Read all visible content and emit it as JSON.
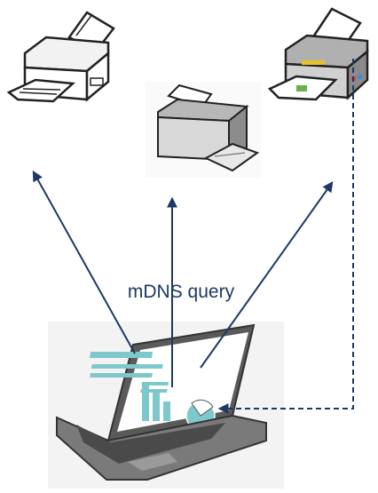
{
  "diagram": {
    "label": "mDNS query",
    "nodes": [
      {
        "id": "printer-left",
        "kind": "printer"
      },
      {
        "id": "printer-middle",
        "kind": "printer"
      },
      {
        "id": "printer-right",
        "kind": "printer"
      },
      {
        "id": "laptop",
        "kind": "laptop"
      }
    ],
    "edges": [
      {
        "from": "laptop",
        "to": "printer-left",
        "style": "solid",
        "meaning": "query"
      },
      {
        "from": "laptop",
        "to": "printer-middle",
        "style": "solid",
        "meaning": "query"
      },
      {
        "from": "laptop",
        "to": "printer-right",
        "style": "solid",
        "meaning": "query"
      },
      {
        "from": "printer-right",
        "to": "laptop",
        "style": "dashed",
        "meaning": "response"
      }
    ],
    "colors": {
      "arrow": "#1f3864",
      "printer_body": "#d9d9d9",
      "printer_dark": "#666666",
      "laptop_body": "#6e6e6e",
      "laptop_screen": "#7ec8cc"
    }
  }
}
